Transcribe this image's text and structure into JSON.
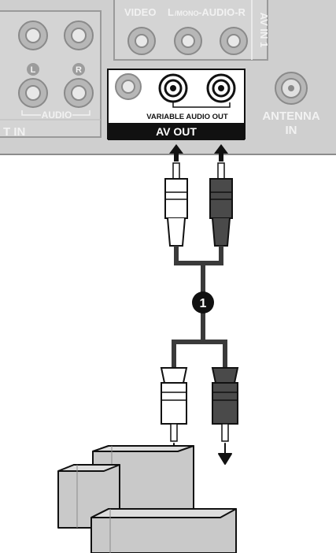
{
  "panel": {
    "av_in_1": {
      "video_label": "VIDEO",
      "l_label": "L",
      "mono_label": "/MONO",
      "audio_r_label": "-AUDIO-R",
      "side_label": "AV IN 1"
    },
    "left_group": {
      "l_label": "L",
      "r_label": "R",
      "audio_label": "AUDIO",
      "in_label": "T IN"
    },
    "av_out": {
      "variable_audio_out_label": "VARIABLE AUDIO OUT",
      "title": "AV OUT"
    },
    "antenna": {
      "label_line1": "ANTENNA",
      "label_line2": "IN"
    }
  },
  "cable": {
    "marker": "1"
  },
  "colors": {
    "panel": "#cfcfcf",
    "panel_dark": "#8c8c8c",
    "label_white": "#f2f2f2",
    "cable": "#3a3a3a",
    "red_plug": "#4a4a4a",
    "device": "#c9c9c9"
  }
}
